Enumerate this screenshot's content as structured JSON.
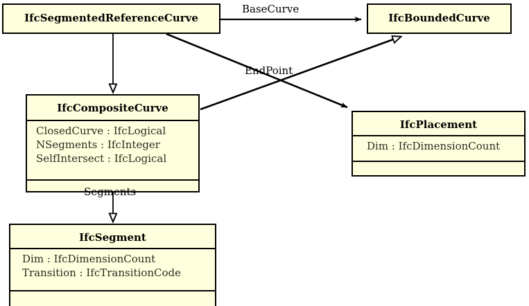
{
  "diagram": {
    "type": "uml-class-diagram",
    "title": "",
    "colors": {
      "class_fill": "#ffffdd",
      "class_border": "#000000",
      "edge": "#000000",
      "text": "#000000",
      "background": "#ffffff"
    },
    "classes": [
      {
        "id": "segref",
        "name": "IfcSegmentedReferenceCurve",
        "attributes": [],
        "compartments": 1
      },
      {
        "id": "bounded",
        "name": "IfcBoundedCurve",
        "attributes": [],
        "compartments": 1
      },
      {
        "id": "composite",
        "name": "IfcCompositeCurve",
        "attributes": [
          "ClosedCurve : IfcLogical",
          "NSegments : IfcInteger",
          "SelfIntersect : IfcLogical"
        ],
        "compartments": 3
      },
      {
        "id": "placement",
        "name": "IfcPlacement",
        "attributes": [
          "Dim : IfcDimensionCount"
        ],
        "compartments": 3
      },
      {
        "id": "segment",
        "name": "IfcSegment",
        "attributes": [
          "Dim : IfcDimensionCount",
          "Transition : IfcTransitionCode"
        ],
        "compartments": 3
      }
    ],
    "edges": [
      {
        "id": "basecurve",
        "label": "BaseCurve",
        "from": "segref",
        "to": "bounded",
        "arrow": "filled"
      },
      {
        "id": "endpoint",
        "label": "EndPoint",
        "from": "segref",
        "to": "placement",
        "arrow": "filled"
      },
      {
        "id": "segments",
        "label": "Segments",
        "from": "composite",
        "to": "segment",
        "arrow": "hollow"
      },
      {
        "id": "inherit-composite",
        "label": "",
        "from": "segref",
        "to": "composite",
        "arrow": "hollow"
      },
      {
        "id": "inherit-bounded",
        "label": "",
        "from": "composite",
        "to": "bounded",
        "arrow": "hollow"
      }
    ]
  }
}
